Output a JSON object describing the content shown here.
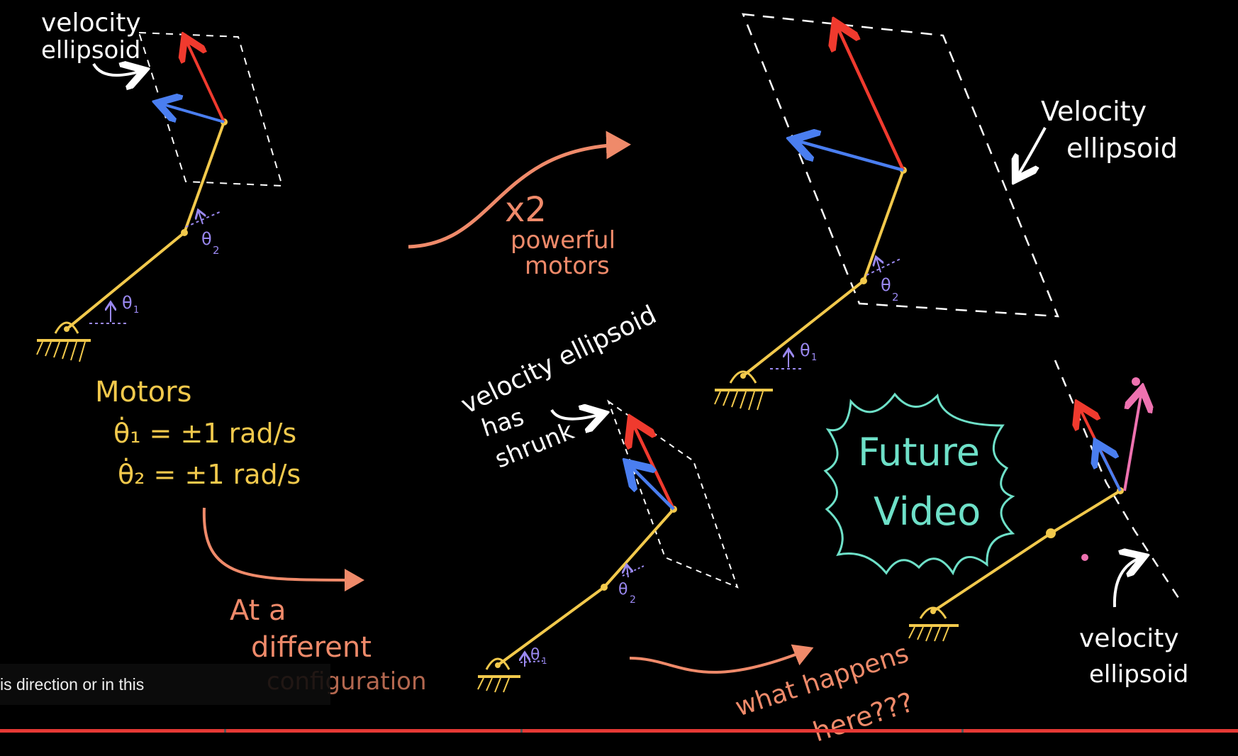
{
  "colors": {
    "background": "#000000",
    "link": "#f2c94c",
    "link_joint": "#f2c94c",
    "red_arrow": "#f03a2e",
    "blue_arrow": "#4a7ef0",
    "pink_arrow": "#ee72b0",
    "white": "#ffffff",
    "orange_note": "#ef8a6a",
    "yellow_note": "#f2c94c",
    "purple_angle": "#9a88f0",
    "teal_bubble": "#6ee0c8",
    "progress": "#e53935"
  },
  "labels": {
    "velocity_ellipsoid_tl_1": "velocity",
    "velocity_ellipsoid_tl_2": "ellipsoid",
    "theta2_a": "θ",
    "theta2_a_sub": "2",
    "theta1_a": "θ",
    "theta1_a_sub": "1",
    "motors_title": "Motors",
    "motor1_eq": "θ̇₁ = ±1 rad/s",
    "motor2_eq": "θ̇₂ = ±1 rad/s",
    "x2": "x2",
    "powerful": "powerful",
    "motors": "motors",
    "velocity_ellipsoid_tr_1": "Velocity",
    "velocity_ellipsoid_tr_2": "ellipsoid",
    "theta2_b": "θ",
    "theta2_b_sub": "2",
    "theta1_b": "θ",
    "theta1_b_sub": "1",
    "shrunk_1": "velocity ellipsoid",
    "shrunk_2": "has",
    "shrunk_3": "shrunk",
    "theta2_c": "θ",
    "theta2_c_sub": "2",
    "theta1_c": "θ",
    "theta1_c_sub": "1",
    "at_a": "At a",
    "different": "different",
    "configuration": "configuration",
    "future_1": "Future",
    "future_2": "Video",
    "what_happens": "what happens",
    "here": "here???",
    "velocity_ellipsoid_br_1": "velocity",
    "velocity_ellipsoid_br_2": "ellipsoid"
  },
  "caption": {
    "text": "is direction or in this"
  },
  "player": {
    "chapter_breaks": [
      "chapter-1",
      "chapter-2",
      "chapter-3",
      "chapter-4"
    ]
  }
}
